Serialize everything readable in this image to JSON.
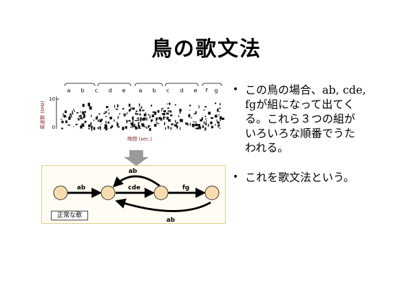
{
  "slide": {
    "title": "鳥の歌文法"
  },
  "spectrogram": {
    "syllables": [
      "a",
      "b",
      "c",
      "d",
      "e",
      "a",
      "b",
      "c",
      "d",
      "e",
      "f",
      "g"
    ],
    "y_axis_label": "周波数 (kHz)",
    "y_tick": "10",
    "y_tick_zero": "0",
    "x_axis_label": "時間 (sec.)"
  },
  "diagram": {
    "edge_labels": {
      "ab_top": "ab",
      "ab_left": "ab",
      "cde": "cde",
      "fg": "fg",
      "ab_bottom": "ab"
    },
    "caption": "正常な歌",
    "colors": {
      "node_fill": "#f6dcae",
      "box_bg": "#fffdf3",
      "box_border": "#dfcf8a",
      "arrow_down": "#9a9a9a"
    }
  },
  "bullets": [
    {
      "lines": [
        "この鳥の場合、ab, cde,",
        "fgが組になって出てく",
        "る。これら３つの組が",
        "いろいろな順番でうた",
        "われる。"
      ]
    },
    {
      "lines": [
        "これを歌文法という。"
      ]
    }
  ]
}
